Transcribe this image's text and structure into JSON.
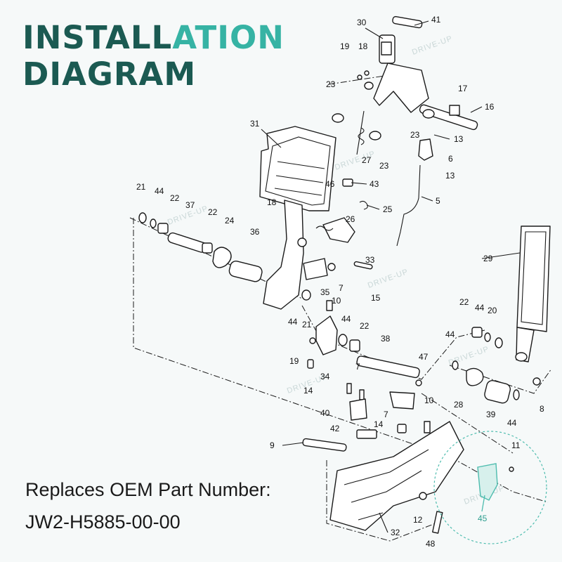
{
  "title": {
    "line1_part1": "INSTALL",
    "line1_part2": "ATION",
    "line2": "DIAGRAM"
  },
  "replaces_label": "Replaces OEM Part Number:",
  "oem_part_number": "JW2-H5885-00-00",
  "watermark": "DRIVE-UP",
  "highlight_part": "45",
  "colors": {
    "title_dark": "#1b5a52",
    "title_accent": "#36b3a4",
    "highlight": "#4dbcae"
  },
  "callouts": [
    "41",
    "30",
    "19",
    "18",
    "23",
    "17",
    "16",
    "23",
    "13",
    "6",
    "13",
    "31",
    "27",
    "23",
    "43",
    "5",
    "21",
    "44",
    "22",
    "37",
    "22",
    "24",
    "18",
    "46",
    "25",
    "26",
    "36",
    "33",
    "29",
    "7",
    "35",
    "15",
    "10",
    "22",
    "44",
    "20",
    "44",
    "21",
    "19",
    "14",
    "34",
    "44",
    "22",
    "38",
    "47",
    "44",
    "8",
    "7",
    "7",
    "40",
    "42",
    "14",
    "10",
    "28",
    "39",
    "44",
    "9",
    "11",
    "12",
    "32",
    "45",
    "48"
  ]
}
